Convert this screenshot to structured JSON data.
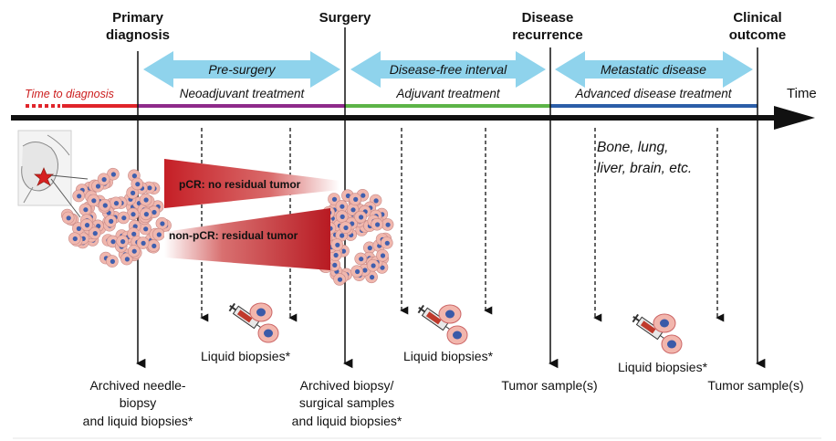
{
  "milestones": {
    "primary": [
      "Primary",
      "diagnosis"
    ],
    "surgery": "Surgery",
    "recurrence": [
      "Disease",
      "recurrence"
    ],
    "outcome": [
      "Clinical",
      "outcome"
    ]
  },
  "time_label": "Time",
  "time_to_diagnosis": "Time to diagnosis",
  "phases": {
    "pre_surgery": "Pre-surgery",
    "disease_free": "Disease-free interval",
    "metastatic": "Metastatic disease"
  },
  "treatments": {
    "neoadjuvant": "Neoadjuvant treatment",
    "adjuvant": "Adjuvant treatment",
    "advanced": "Advanced disease treatment"
  },
  "response": {
    "pcr": "pCR: no residual tumor",
    "non_pcr": "non-pCR: residual tumor"
  },
  "metastasis_sites": [
    "Bone, lung,",
    "liver, brain, etc."
  ],
  "samples": {
    "liquid1": "Liquid biopsies*",
    "liquid2": "Liquid biopsies*",
    "liquid3": "Liquid biopsies*",
    "tumor1": "Tumor sample(s)",
    "tumor2": "Tumor sample(s)",
    "archived_needle": [
      "Archived needle-",
      "biopsy",
      "and liquid biopsies*"
    ],
    "archived_surgical": [
      "Archived biopsy/",
      "surgical samples",
      "and liquid biopsies*"
    ]
  },
  "colors": {
    "time_to_diagnosis": "#e0242a",
    "neoadjuvant": "#8e2a8a",
    "adjuvant": "#5cb447",
    "advanced": "#2b5ea8",
    "phase_arrow": "#8fd3ec",
    "tumor_red": "#c51f26"
  }
}
